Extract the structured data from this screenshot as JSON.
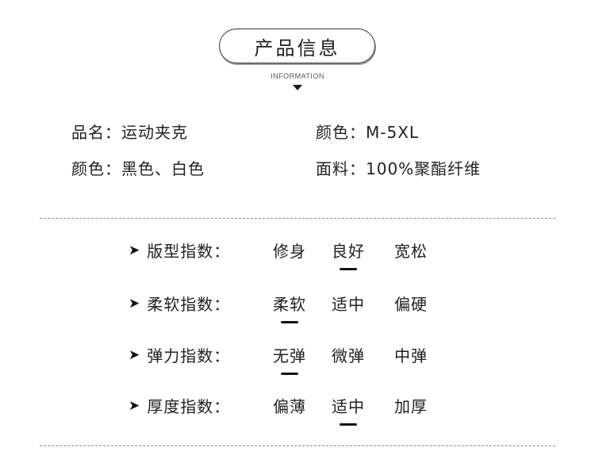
{
  "header": {
    "title": "产品信息",
    "subtitle": "INFORMATION"
  },
  "specs": {
    "name": "品名：运动夹克",
    "color_size": "颜色：M-5XL",
    "colors": "颜色：黑色、白色",
    "fabric": "面料：100%聚酯纤维"
  },
  "indices": [
    {
      "label": "版型指数：",
      "options": [
        "修身",
        "良好",
        "宽松"
      ],
      "selected_index": 1
    },
    {
      "label": "柔软指数：",
      "options": [
        "柔软",
        "适中",
        "偏硬"
      ],
      "selected_index": 0
    },
    {
      "label": "弹力指数：",
      "options": [
        "无弹",
        "微弹",
        "中弹"
      ],
      "selected_index": 0
    },
    {
      "label": "厚度指数：",
      "options": [
        "偏薄",
        "适中",
        "加厚"
      ],
      "selected_index": 1
    }
  ],
  "icons": {
    "row_marker": "arrowhead-right-icon",
    "header_marker": "triangle-down-icon"
  },
  "colors": {
    "text": "#222222",
    "underline": "#111111",
    "divider": "#8a8a8a"
  }
}
